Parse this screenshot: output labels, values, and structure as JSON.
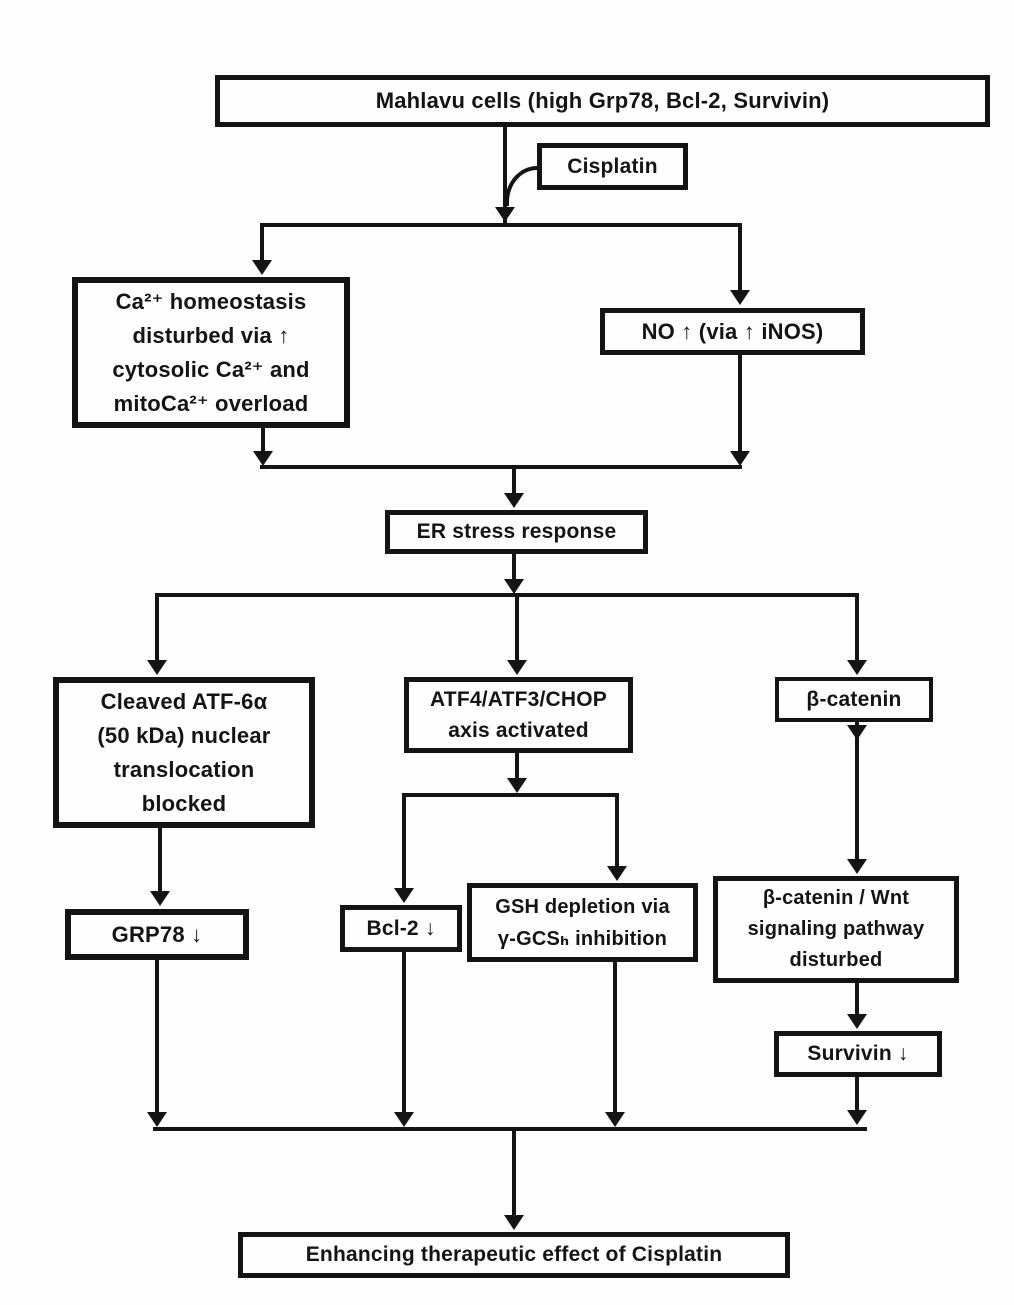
{
  "page": {
    "type": "flowchart",
    "background": "#fdfdfd",
    "ink_color": "#141414"
  },
  "nodes": {
    "mahlavu": "Mahlavu cells (high Grp78, Bcl-2, Survivin)",
    "cisplatin": "Cisplatin",
    "ca_homeostasis": "Ca²⁺ homeostasis\ndisturbed via ↑\ncytosolic Ca²⁺ and\nmitoCa²⁺ overload",
    "no_inos": "NO ↑ (via ↑ iNOS)",
    "er_stress": "ER stress response",
    "atf6": "Cleaved ATF-6α\n(50 kDa) nuclear\ntranslocation\nblocked",
    "atf4_axis": "ATF4/ATF3/CHOP\naxis activated",
    "b_catenin": "β-catenin",
    "grp78": "GRP78 ↓",
    "bcl2": "Bcl-2 ↓",
    "gsh": "GSH depletion via\nγ-GCSₕ inhibition",
    "wnt": "β-catenin / Wnt\nsignaling pathway\ndisturbed",
    "survivin": "Survivin ↓",
    "outcome": "Enhancing therapeutic effect of Cisplatin"
  },
  "edges": [
    {
      "from": "cisplatin",
      "to": "mahlavu"
    },
    {
      "from": "mahlavu",
      "to": "ca_homeostasis"
    },
    {
      "from": "mahlavu",
      "to": "no_inos"
    },
    {
      "from": "ca_homeostasis",
      "to": "er_stress"
    },
    {
      "from": "no_inos",
      "to": "er_stress"
    },
    {
      "from": "er_stress",
      "to": "atf6"
    },
    {
      "from": "er_stress",
      "to": "atf4_axis"
    },
    {
      "from": "er_stress",
      "to": "b_catenin"
    },
    {
      "from": "atf6",
      "to": "grp78"
    },
    {
      "from": "atf4_axis",
      "to": "bcl2"
    },
    {
      "from": "atf4_axis",
      "to": "gsh"
    },
    {
      "from": "b_catenin",
      "to": "wnt"
    },
    {
      "from": "wnt",
      "to": "survivin"
    },
    {
      "from": "grp78",
      "to": "outcome"
    },
    {
      "from": "bcl2",
      "to": "outcome"
    },
    {
      "from": "gsh",
      "to": "outcome"
    },
    {
      "from": "survivin",
      "to": "outcome"
    }
  ]
}
